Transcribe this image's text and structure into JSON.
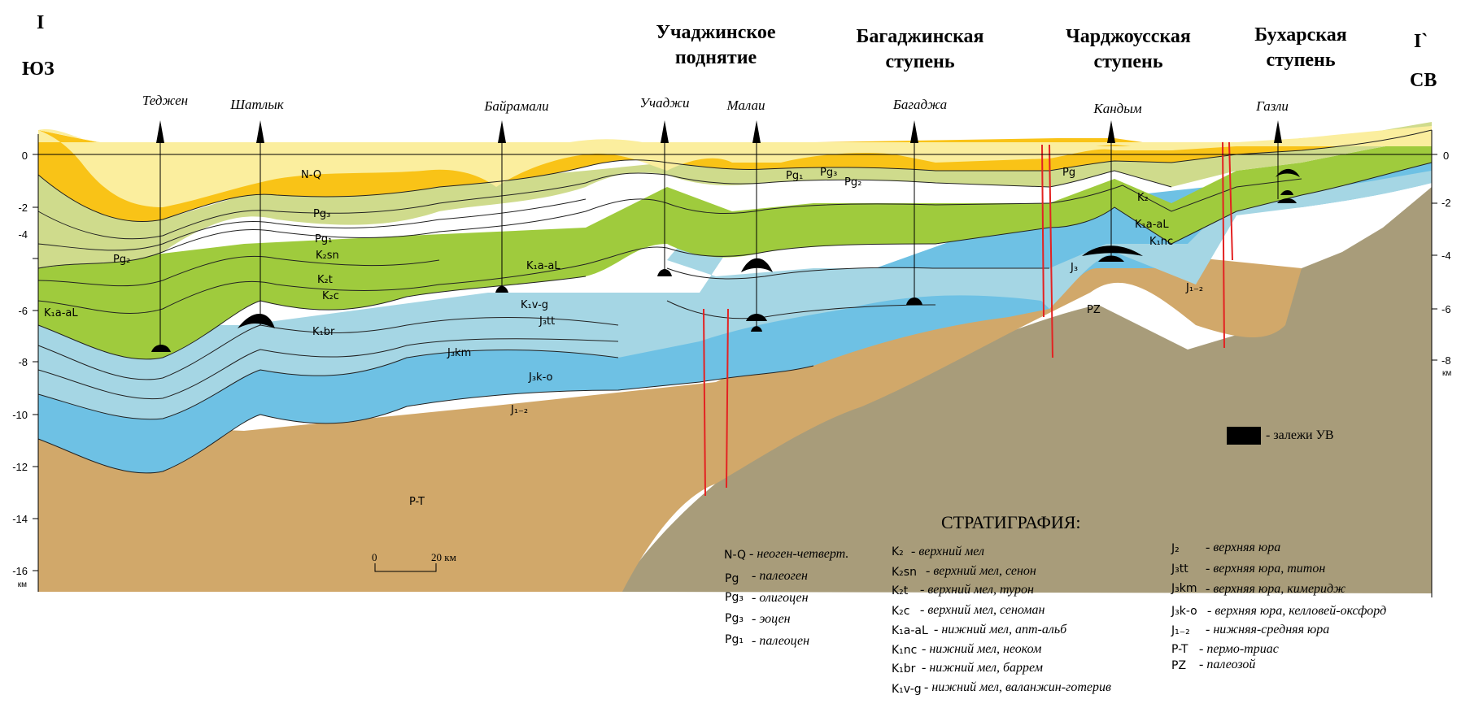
{
  "profile": {
    "start_label": "I",
    "end_label": "I`",
    "left_direction": "ЮЗ",
    "right_direction": "СВ"
  },
  "structures": [
    {
      "line1": "Учаджинское",
      "line2": "поднятие"
    },
    {
      "line1": "Багаджинская",
      "line2": "ступень"
    },
    {
      "line1": "Чарджоусская",
      "line2": "ступень"
    },
    {
      "line1": "Бухарская",
      "line2": "ступень"
    }
  ],
  "wells": [
    "Теджен",
    "Шатлык",
    "Байрамали",
    "Учаджи",
    "Малаи",
    "Багаджа",
    "Кандым",
    "Газли"
  ],
  "depth_axis": {
    "left_ticks": [
      "0",
      "-2",
      "-4",
      "-6",
      "-8",
      "-10",
      "-12",
      "-14",
      "-16"
    ],
    "right_ticks": [
      "0",
      "-2",
      "-4",
      "-6",
      "-8"
    ],
    "unit": "км"
  },
  "layer_labels": {
    "nq": "N-Q",
    "pg3": "Pg₃",
    "pg1": "Pg₁",
    "pg2_left": "Pg₂",
    "k2sn": "K₂sn",
    "k2t": "K₂t",
    "k2c": "K₂c",
    "k1br": "K₁br",
    "k1aal_left": "K₁a-aL",
    "k1aal_mid": "K₁a-aL",
    "k1vg": "K₁v-g",
    "j3tt": "J₃tt",
    "j3km": "J₃km",
    "j3ko": "J₃k-o",
    "j12": "J₁₋₂",
    "pt": "P-T",
    "pg1_east": "Pg₁",
    "pg3_east": "Pg₃",
    "pg2_east": "Pg₂",
    "pg_chardzhou": "Pg",
    "k2_chardzhou": "K₂",
    "k1aal_chardzhou": "K₁a-aL",
    "k1nc": "K₁nc",
    "j3_chardzhou": "J₃",
    "pz": "PZ",
    "j12_east": "J₁₋₂"
  },
  "scale_bar": {
    "start": "0",
    "end": "20 км"
  },
  "hydrocarbon_legend": "- залежи УВ",
  "stratigraphy": {
    "title": "СТРАТИГРАФИЯ:",
    "columns": [
      [
        {
          "code": "N-Q",
          "desc": "- неоген-четверт."
        },
        {
          "code": "Pg",
          "desc": "- палеоген"
        },
        {
          "code": "Pg₃",
          "desc": "- олигоцен"
        },
        {
          "code": "Pg₃",
          "desc": "- эоцен"
        },
        {
          "code": "Pg₁",
          "desc": "- палеоцен"
        }
      ],
      [
        {
          "code": "K₂",
          "desc": "- верхний мел"
        },
        {
          "code": "K₂sn",
          "desc": "- верхний мел, сенон"
        },
        {
          "code": "K₂t",
          "desc": "- верхний мел, турон"
        },
        {
          "code": "K₂c",
          "desc": "- верхний мел, сеноман"
        },
        {
          "code": "K₁a-aL",
          "desc": "- нижний мел, апт-альб"
        },
        {
          "code": "K₁nc",
          "desc": "- нижний мел, неоком"
        },
        {
          "code": "K₁br",
          "desc": "- нижний мел, баррем"
        },
        {
          "code": "K₁v-g",
          "desc": "- нижний мел, валанжин-готерив"
        }
      ],
      [
        {
          "code": "J₂",
          "desc": "- верхняя юра"
        },
        {
          "code": "J₃tt",
          "desc": "- верхняя юра, титон"
        },
        {
          "code": "J₃km",
          "desc": "- верхняя юра, кимеридж"
        },
        {
          "code": "J₃k-o",
          "desc": "- верхняя юра, келловей-оксфорд"
        },
        {
          "code": "J₁₋₂",
          "desc": "- нижняя-средняя юра"
        },
        {
          "code": "P-T",
          "desc": "- пермо-триас"
        },
        {
          "code": "PZ",
          "desc": "- палеозой"
        }
      ]
    ]
  },
  "colors": {
    "nq": "#FBEE9E",
    "pg": "#F9C317",
    "k2": "#CFDB8C",
    "k1": "#9FCB3D",
    "j3": "#A5D6E4",
    "j12": "#6EC1E4",
    "pt": "#D1A86A",
    "pz": "#A89C7A",
    "fault": "#E32222",
    "hydrocarbon": "#000000"
  }
}
